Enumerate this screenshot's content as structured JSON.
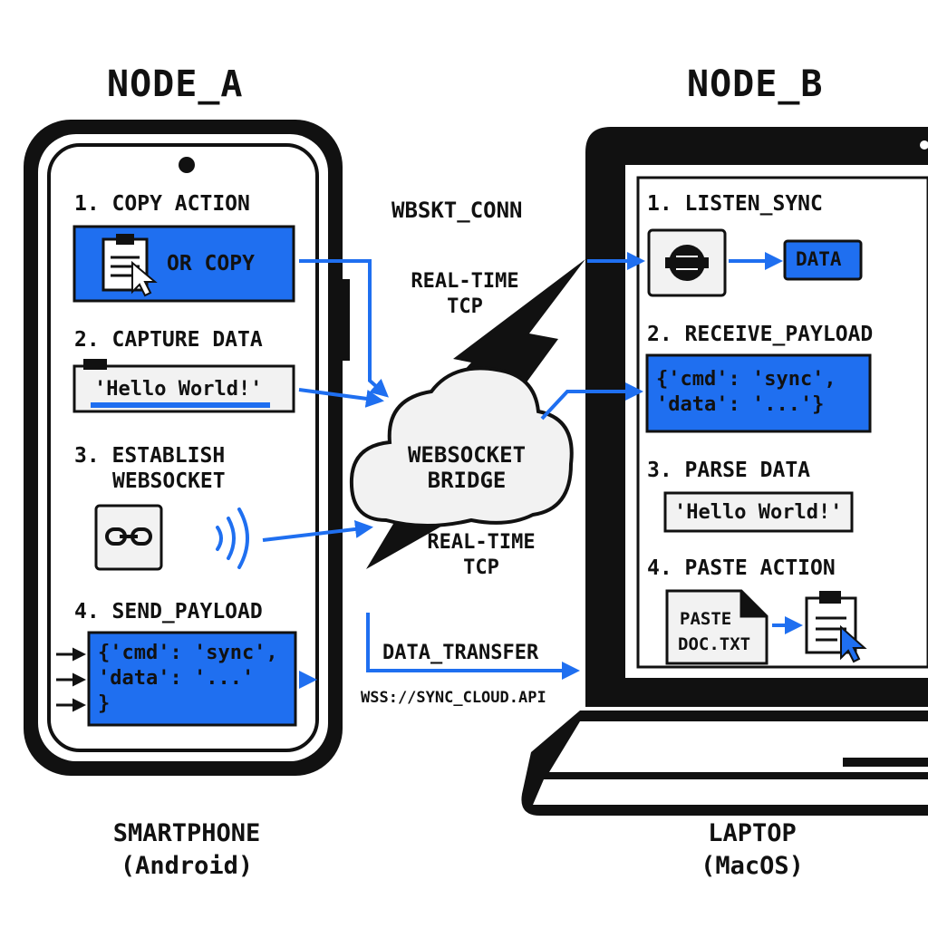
{
  "node_a": {
    "title": "NODE_A",
    "steps": {
      "s1": "1. COPY ACTION",
      "s1_button": "OR COPY",
      "s2": "2. CAPTURE DATA",
      "s2_text": "'Hello World!'",
      "s3_line1": "3. ESTABLISH",
      "s3_line2": "WEBSOCKET",
      "s4": "4. SEND_PAYLOAD",
      "s4_code1": "{'cmd': 'sync',",
      "s4_code2": " 'data': '...'",
      "s4_code3": "}"
    },
    "caption_line1": "SMARTPHONE",
    "caption_line2": "(Android)"
  },
  "node_b": {
    "title": "NODE_B",
    "steps": {
      "s1": "1. LISTEN_SYNC",
      "s1_tag": "DATA",
      "s2": "2. RECEIVE_PAYLOAD",
      "s2_code1": "{'cmd': 'sync',",
      "s2_code2": " 'data': '...'}",
      "s3": "3. PARSE DATA",
      "s3_text": "'Hello World!'",
      "s4": "4. PASTE ACTION",
      "s4_doc1": "PASTE",
      "s4_doc2": "DOC.TXT"
    },
    "caption_line1": "LAPTOP",
    "caption_line2": "(MacOS)"
  },
  "middle": {
    "conn": "WBSKT_CONN",
    "rt1_line1": "REAL-TIME",
    "rt1_line2": "TCP",
    "cloud_line1": "WEBSOCKET",
    "cloud_line2": "BRIDGE",
    "rt2_line1": "REAL-TIME",
    "rt2_line2": "TCP",
    "transfer": "DATA_TRANSFER",
    "url": "WSS://SYNC_CLOUD.API"
  },
  "colors": {
    "accent": "#1f6ff0",
    "ink": "#111111",
    "paper": "#ffffff",
    "light": "#f2f2f2"
  }
}
